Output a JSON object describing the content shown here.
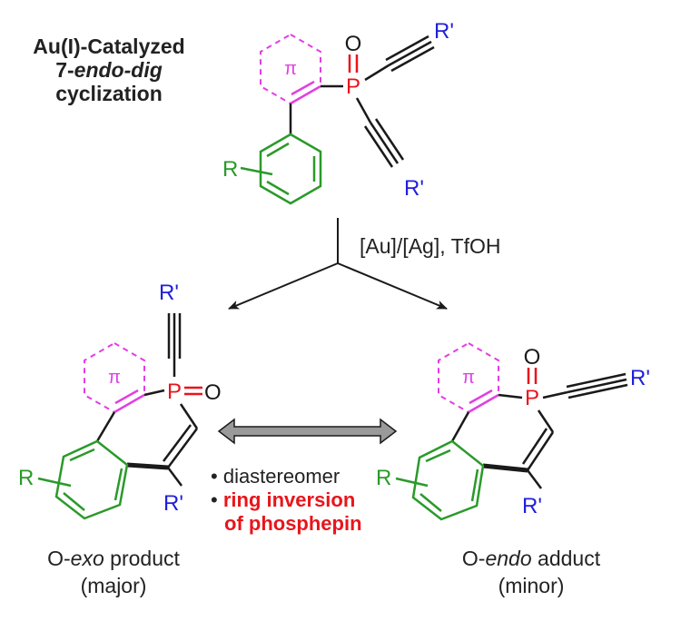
{
  "title": {
    "line1": "Au(I)-Catalyzed",
    "line2_prefix": "7-",
    "line2_italic": "endo-dig",
    "line3": "cyclization"
  },
  "reagents": "[Au]/[Ag], TfOH",
  "labels": {
    "pi": "π",
    "oxygen": "O",
    "phosphorus": "P",
    "r_substituent": "R",
    "r_prime": "R'"
  },
  "exo_caption": {
    "prefix": "O-",
    "italic": "exo",
    "suffix": " product",
    "line2": "(major)"
  },
  "endo_caption": {
    "prefix": "O-",
    "italic": "endo",
    "suffix": " adduct",
    "line2": "(minor)"
  },
  "notes": {
    "bullet": "•",
    "item1": "diastereomer",
    "item2_line1": "ring inversion",
    "item2_line2": "of phosphepin"
  },
  "colors": {
    "ring_fused": "#e23ee2",
    "phosphorus": "#e8151b",
    "aryl": "#2a9a2a",
    "alkyne_sub": "#1f1fdc",
    "bond": "#1a1a1a",
    "arrow_fill": "#9a9a9a"
  }
}
